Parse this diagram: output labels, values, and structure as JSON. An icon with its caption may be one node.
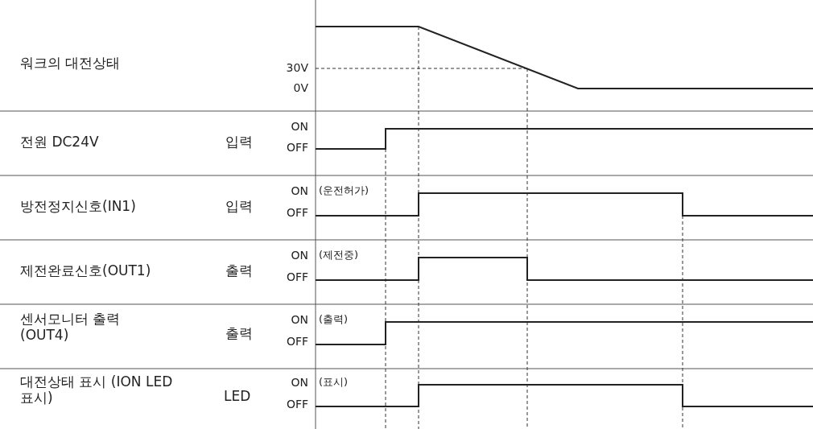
{
  "diagram": {
    "labels": [
      "워크의 대전상태",
      "30V",
      "0V",
      "전원 DC24V",
      "입력",
      "ON",
      "OFF",
      "방전정지신호(IN1)",
      "입력",
      "ON",
      "(운전허가)",
      "OFF",
      "제전완료신호(OUT1)",
      "출력",
      "ON",
      "(제전중)",
      "OFF",
      "센서모니터 출력 (OUT4)",
      "출력",
      "ON",
      "(출력)",
      "OFF",
      "대전상태 표시 (ION LED 표시)",
      "LED",
      "ON",
      "(표시)",
      "OFF"
    ]
  }
}
